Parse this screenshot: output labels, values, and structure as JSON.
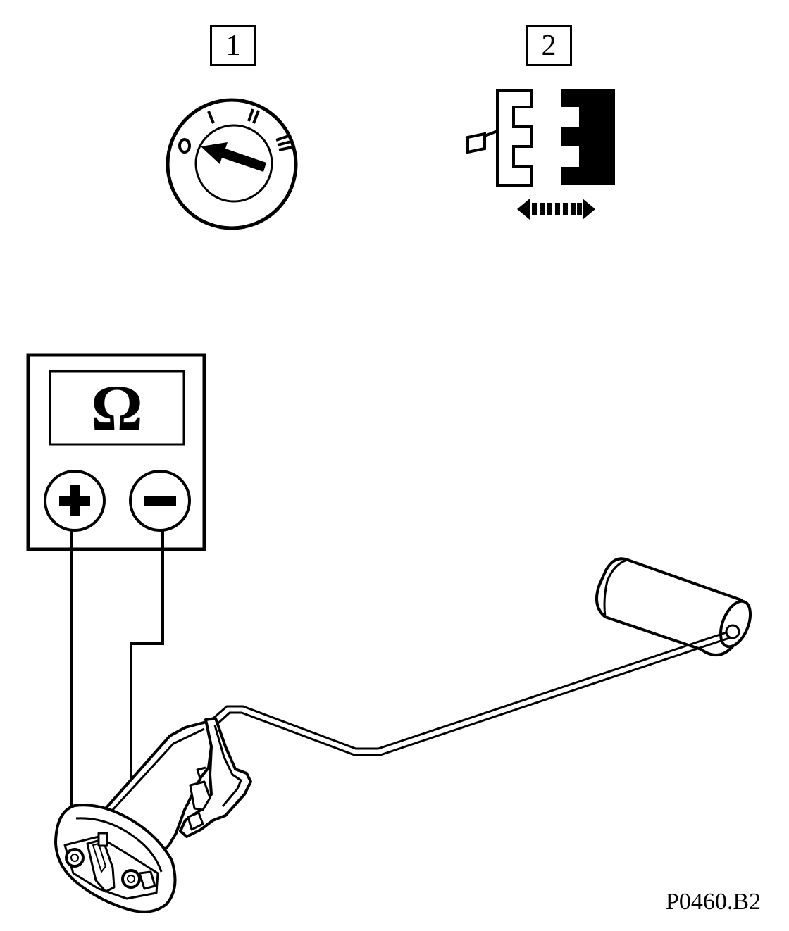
{
  "steps": {
    "step1_label": "1",
    "step2_label": "2"
  },
  "ignition": {
    "positions": [
      "0",
      "I",
      "II",
      "III"
    ]
  },
  "meter": {
    "unit_symbol": "Ω",
    "positive_terminal": "+",
    "negative_terminal": "−"
  },
  "reference_code": "P0460.B2",
  "colors": {
    "line": "#000000",
    "background": "#ffffff"
  }
}
